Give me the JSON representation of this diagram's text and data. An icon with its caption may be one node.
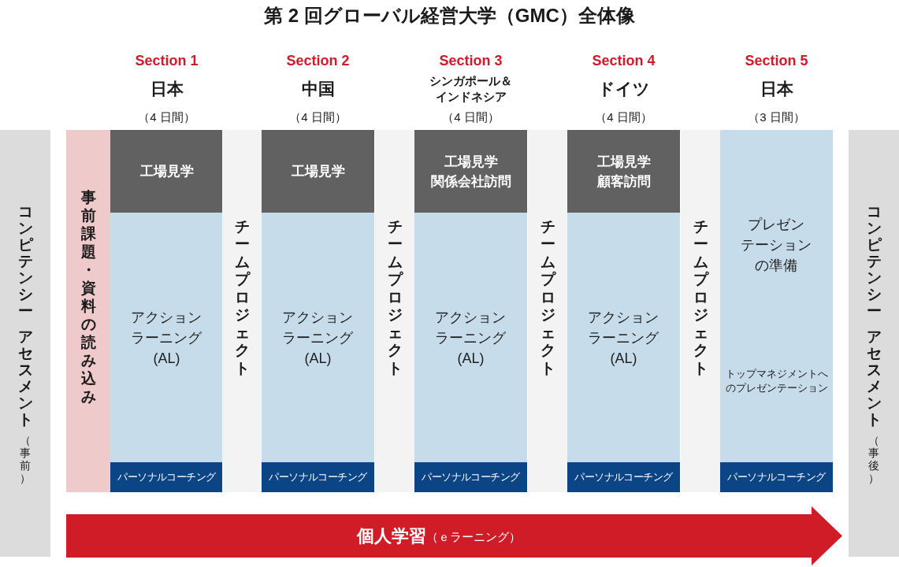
{
  "diagram": {
    "title": "第 2 回グローバル経営大学（GMC）全体像",
    "nodes": [
      {
        "text": [
          "コンピテンシー",
          "アセスメント",
          "（事前）"
        ]
      },
      {
        "text": [
          "事前課題・資料の読み込み"
        ]
      },
      {
        "text": [
          "Section 1",
          "日本",
          "（4 日間）",
          "アクションラーニング(AL)"
        ]
      },
      {
        "text": [
          "工場見学"
        ],
        "in": 2
      },
      {
        "text": [
          "パーソナルコーチング"
        ],
        "in": 2
      },
      {
        "text": [
          "チームプロジェクト"
        ]
      },
      {
        "text": [
          "Section 2",
          "中国",
          "（4 日間）",
          "アクションラーニング(AL)"
        ]
      },
      {
        "text": [
          "工場見学"
        ],
        "in": 6
      },
      {
        "text": [
          "パーソナルコーチング"
        ],
        "in": 6
      },
      {
        "text": [
          "チームプロジェクト"
        ]
      },
      {
        "text": [
          "Section 3",
          "シンガポール＆インドネシア",
          "（4 日間）",
          "アクションラーニング(AL)"
        ]
      },
      {
        "text": [
          "工場見学",
          "関係会社訪問"
        ],
        "in": 10
      },
      {
        "text": [
          "パーソナルコーチング"
        ],
        "in": 10
      },
      {
        "text": [
          "チームプロジェクト"
        ]
      },
      {
        "text": [
          "Section 4",
          "ドイツ",
          "（4 日間）",
          "アクションラーニング(AL)"
        ]
      },
      {
        "text": [
          "工場見学",
          "顧客訪問"
        ],
        "in": 14
      },
      {
        "text": [
          "パーソナルコーチング"
        ],
        "in": 14
      },
      {
        "text": [
          "チームプロジェクト"
        ]
      },
      {
        "text": [
          "Section 5",
          "日本",
          "（3 日間）",
          "プレゼンテーションの準備",
          "トップマネジメントへのプレゼンテーション"
        ]
      },
      {
        "text": [
          "パーソナルコーチング"
        ],
        "in": 18
      },
      {
        "text": [
          "コンピテンシー",
          "アセスメント",
          "（事後）"
        ]
      },
      {
        "text": [
          "個人学習",
          "（ｅラーニング）"
        ]
      }
    ]
  }
}
